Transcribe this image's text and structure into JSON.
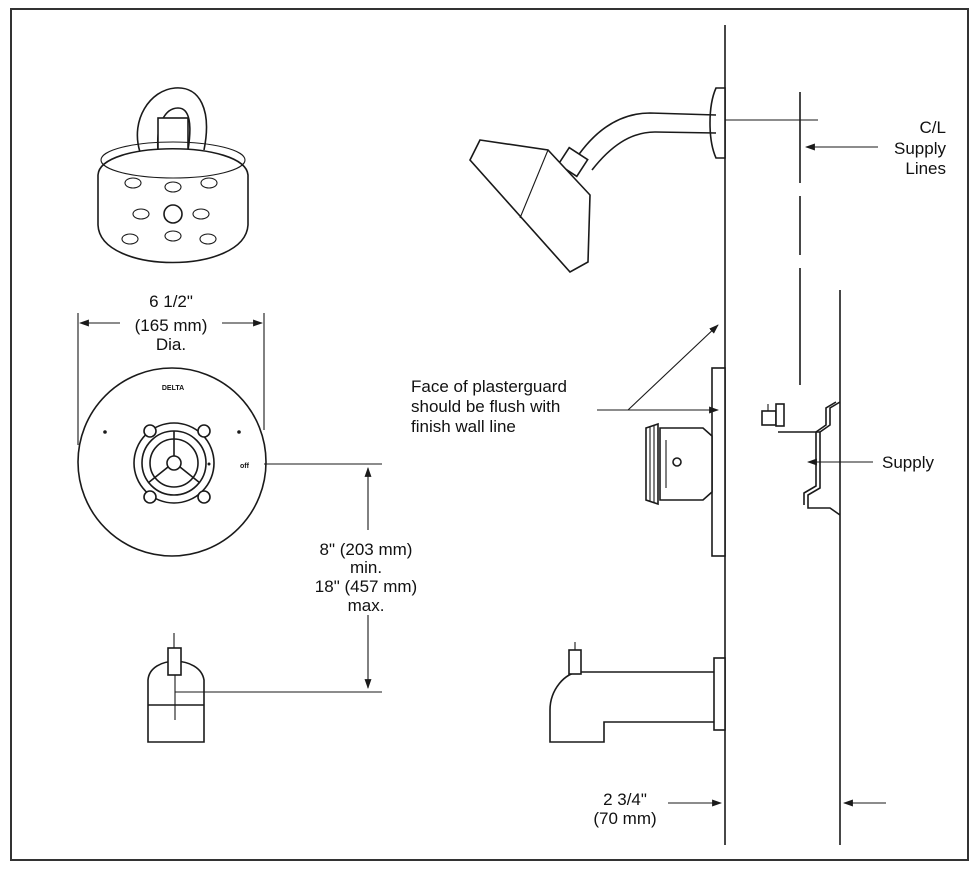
{
  "dimensions": {
    "trim_width": {
      "line1": "6 1/2\"",
      "line2": "(165 mm)",
      "line3": "Dia."
    },
    "height_range": {
      "line1": "8\" (203 mm)",
      "line2": "min.",
      "line3": "18\" (457 mm)",
      "line4": "max."
    },
    "wall_depth": {
      "line1": "2 3/4\"",
      "line2": "(70 mm)"
    }
  },
  "callouts": {
    "supply_centerline": {
      "line1": "C/L",
      "line2": "Supply",
      "line3": "Lines"
    },
    "plasterguard": {
      "line1": "Face of plasterguard",
      "line2": "should be flush with",
      "line3": "finish wall line"
    },
    "supply": "Supply"
  },
  "trim_plate": {
    "brand": "DELTA",
    "handle_position": "off"
  },
  "colors": {
    "line": "#1a1a1a",
    "background": "#ffffff",
    "frame": "#333333"
  }
}
